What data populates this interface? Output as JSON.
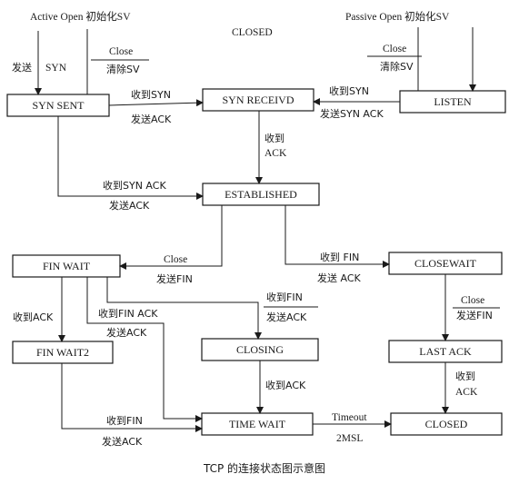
{
  "states": {
    "syn_sent": "SYN SENT",
    "syn_received": "SYN RECEIVD",
    "listen": "LISTEN",
    "established": "ESTABLISHED",
    "fin_wait": "FIN WAIT",
    "close_wait": "CLOSEWAIT",
    "fin_wait2": "FIN WAIT2",
    "closing": "CLOSING",
    "last_ack": "LAST ACK",
    "time_wait": "TIME WAIT",
    "closed_bottom": "CLOSED"
  },
  "labels": {
    "active_open": "Active Open 初始化SV",
    "closed_top": "CLOSED",
    "passive_open": "Passive Open 初始化SV",
    "send": "发送",
    "syn": "SYN",
    "close_left": "Close",
    "clear_sv_left": "清除SV",
    "close_right": "Close",
    "clear_sv_right": "清除SV",
    "recv_syn_1": "收到SYN",
    "send_ack_1": "发送ACK",
    "recv_syn_2": "收到SYN",
    "send_syn_ack": "发送SYN ACK",
    "recv_1": "收到",
    "ack_1": "ACK",
    "recv_syn_ack": "收到SYN ACK",
    "send_ack_2": "发送ACK",
    "close_mid": "Close",
    "send_fin": "发送FIN",
    "recv_fin_1": "收到 FIN",
    "send_ack_3": "发送 ACK",
    "close_cw": "Close",
    "send_fin_cw": "发送FIN",
    "recv_ack_1": "收到ACK",
    "recv_fin_ack": "收到FIN ACK",
    "send_ack_4": "发送ACK",
    "recv_fin_2": "收到FIN",
    "send_ack_5": "发送ACK",
    "recv_ack_2": "收到ACK",
    "recv_2": "收到",
    "ack_2": "ACK",
    "recv_fin_3": "收到FIN",
    "send_ack_6": "发送ACK",
    "timeout": "Timeout",
    "two_msl": "2MSL"
  },
  "caption": "TCP 的连接状态图示意图"
}
